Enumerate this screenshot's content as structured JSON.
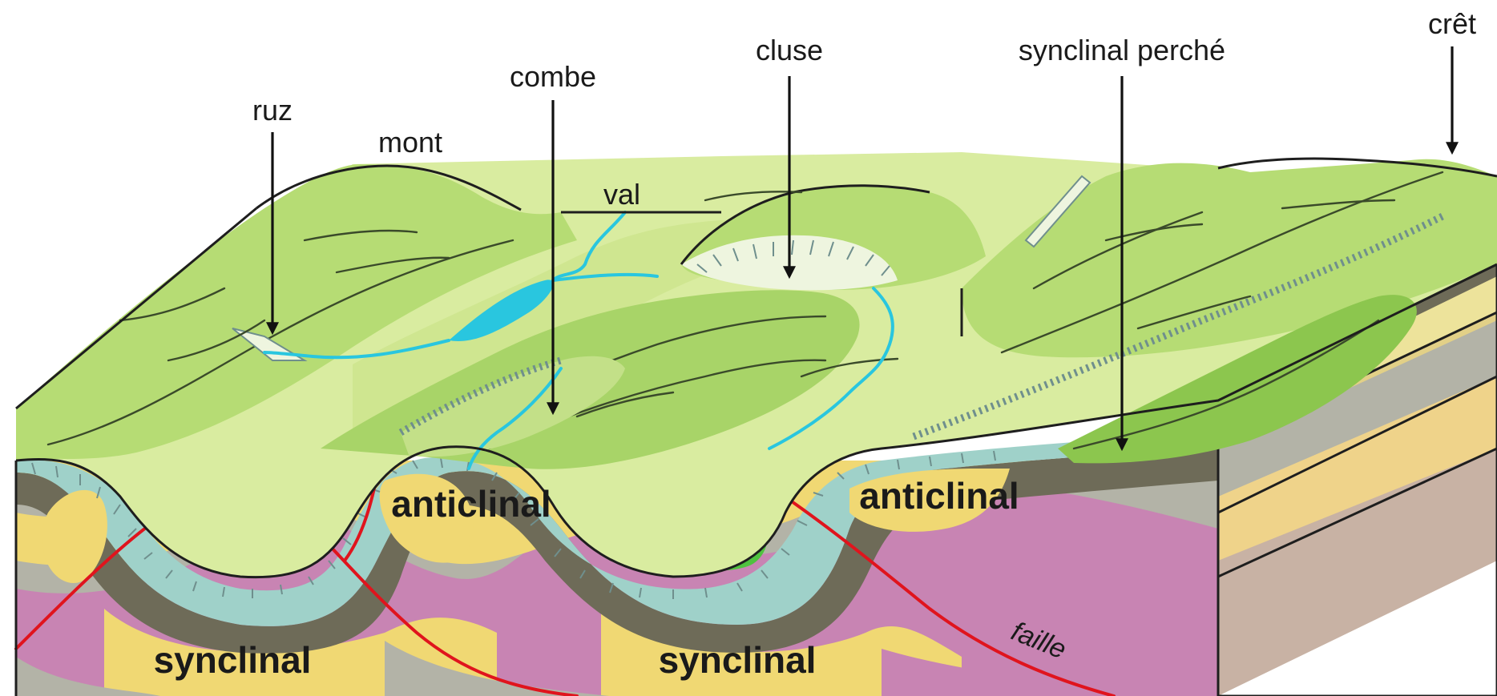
{
  "labels": {
    "ruz": "ruz",
    "mont": "mont",
    "combe": "combe",
    "val": "val",
    "cluse": "cluse",
    "synclinal_perche": "synclinal perché",
    "cret": "crêt",
    "anticlinal_left": "anticlinal",
    "anticlinal_right": "anticlinal",
    "synclinal_left": "synclinal",
    "synclinal_right": "synclinal",
    "faille": "faille"
  },
  "colors": {
    "surface_light": "#d9eca0",
    "surface_mid": "#b6dc74",
    "surface_dark": "#8cc64e",
    "synclinal_core": "#4fc23f",
    "layer_teal": "#9fd1c9",
    "layer_dark": "#6e6b58",
    "layer_yellow": "#f0d873",
    "layer_grey": "#b3b3a7",
    "layer_magenta": "#c884b3",
    "river": "#29c6df",
    "fault": "#e0141d"
  }
}
